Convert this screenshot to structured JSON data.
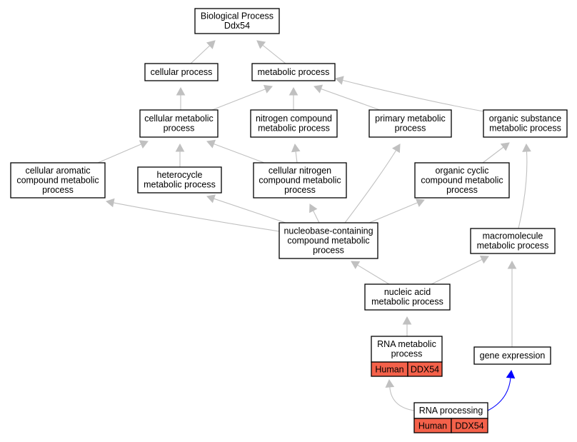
{
  "colors": {
    "edge": "#c0c0c0",
    "highlight_edge": "#0000ff",
    "tag_fill": "#f4614a",
    "node_border": "#000000",
    "background": "#ffffff"
  },
  "nodes": [
    {
      "id": "bp",
      "lines": [
        "Biological Process",
        "Ddx54"
      ]
    },
    {
      "id": "cellular-process",
      "lines": [
        "cellular process"
      ]
    },
    {
      "id": "metabolic-process",
      "lines": [
        "metabolic process"
      ]
    },
    {
      "id": "cellular-metabolic-process",
      "lines": [
        "cellular metabolic",
        "process"
      ]
    },
    {
      "id": "nitrogen-compound-metabolic-process",
      "lines": [
        "nitrogen compound",
        "metabolic process"
      ]
    },
    {
      "id": "primary-metabolic-process",
      "lines": [
        "primary metabolic",
        "process"
      ]
    },
    {
      "id": "organic-substance-metabolic-process",
      "lines": [
        "organic substance",
        "metabolic process"
      ]
    },
    {
      "id": "cellular-aromatic-compound-metabolic-process",
      "lines": [
        "cellular aromatic",
        "compound metabolic",
        "process"
      ]
    },
    {
      "id": "heterocycle-metabolic-process",
      "lines": [
        "heterocycle",
        "metabolic process"
      ]
    },
    {
      "id": "cellular-nitrogen-compound-metabolic-process",
      "lines": [
        "cellular nitrogen",
        "compound metabolic",
        "process"
      ]
    },
    {
      "id": "organic-cyclic-compound-metabolic-process",
      "lines": [
        "organic cyclic",
        "compound metabolic",
        "process"
      ]
    },
    {
      "id": "nucleobase-containing-compound-metabolic-process",
      "lines": [
        "nucleobase-containing",
        "compound metabolic",
        "process"
      ]
    },
    {
      "id": "macromolecule-metabolic-process",
      "lines": [
        "macromolecule",
        "metabolic process"
      ]
    },
    {
      "id": "nucleic-acid-metabolic-process",
      "lines": [
        "nucleic acid",
        "metabolic process"
      ]
    },
    {
      "id": "rna-metabolic-process",
      "lines": [
        "RNA metabolic",
        "process"
      ],
      "tags": [
        "Human",
        "DDX54"
      ]
    },
    {
      "id": "gene-expression",
      "lines": [
        "gene expression"
      ]
    },
    {
      "id": "rna-processing",
      "lines": [
        "RNA processing"
      ],
      "tags": [
        "Human",
        "DDX54"
      ]
    }
  ],
  "edges": [
    {
      "from": "cellular-process",
      "to": "bp"
    },
    {
      "from": "metabolic-process",
      "to": "bp"
    },
    {
      "from": "cellular-metabolic-process",
      "to": "cellular-process"
    },
    {
      "from": "cellular-metabolic-process",
      "to": "metabolic-process"
    },
    {
      "from": "nitrogen-compound-metabolic-process",
      "to": "metabolic-process"
    },
    {
      "from": "primary-metabolic-process",
      "to": "metabolic-process"
    },
    {
      "from": "organic-substance-metabolic-process",
      "to": "metabolic-process"
    },
    {
      "from": "cellular-aromatic-compound-metabolic-process",
      "to": "cellular-metabolic-process"
    },
    {
      "from": "heterocycle-metabolic-process",
      "to": "cellular-metabolic-process"
    },
    {
      "from": "cellular-nitrogen-compound-metabolic-process",
      "to": "cellular-metabolic-process"
    },
    {
      "from": "cellular-nitrogen-compound-metabolic-process",
      "to": "nitrogen-compound-metabolic-process"
    },
    {
      "from": "organic-cyclic-compound-metabolic-process",
      "to": "organic-substance-metabolic-process"
    },
    {
      "from": "nucleobase-containing-compound-metabolic-process",
      "to": "cellular-aromatic-compound-metabolic-process"
    },
    {
      "from": "nucleobase-containing-compound-metabolic-process",
      "to": "heterocycle-metabolic-process"
    },
    {
      "from": "nucleobase-containing-compound-metabolic-process",
      "to": "cellular-nitrogen-compound-metabolic-process"
    },
    {
      "from": "nucleobase-containing-compound-metabolic-process",
      "to": "primary-metabolic-process"
    },
    {
      "from": "nucleobase-containing-compound-metabolic-process",
      "to": "organic-cyclic-compound-metabolic-process"
    },
    {
      "from": "macromolecule-metabolic-process",
      "to": "organic-substance-metabolic-process"
    },
    {
      "from": "nucleic-acid-metabolic-process",
      "to": "nucleobase-containing-compound-metabolic-process"
    },
    {
      "from": "nucleic-acid-metabolic-process",
      "to": "macromolecule-metabolic-process"
    },
    {
      "from": "rna-metabolic-process",
      "to": "nucleic-acid-metabolic-process"
    },
    {
      "from": "gene-expression",
      "to": "macromolecule-metabolic-process"
    },
    {
      "from": "rna-processing",
      "to": "rna-metabolic-process"
    },
    {
      "from": "rna-processing",
      "to": "gene-expression",
      "highlight": true
    }
  ]
}
